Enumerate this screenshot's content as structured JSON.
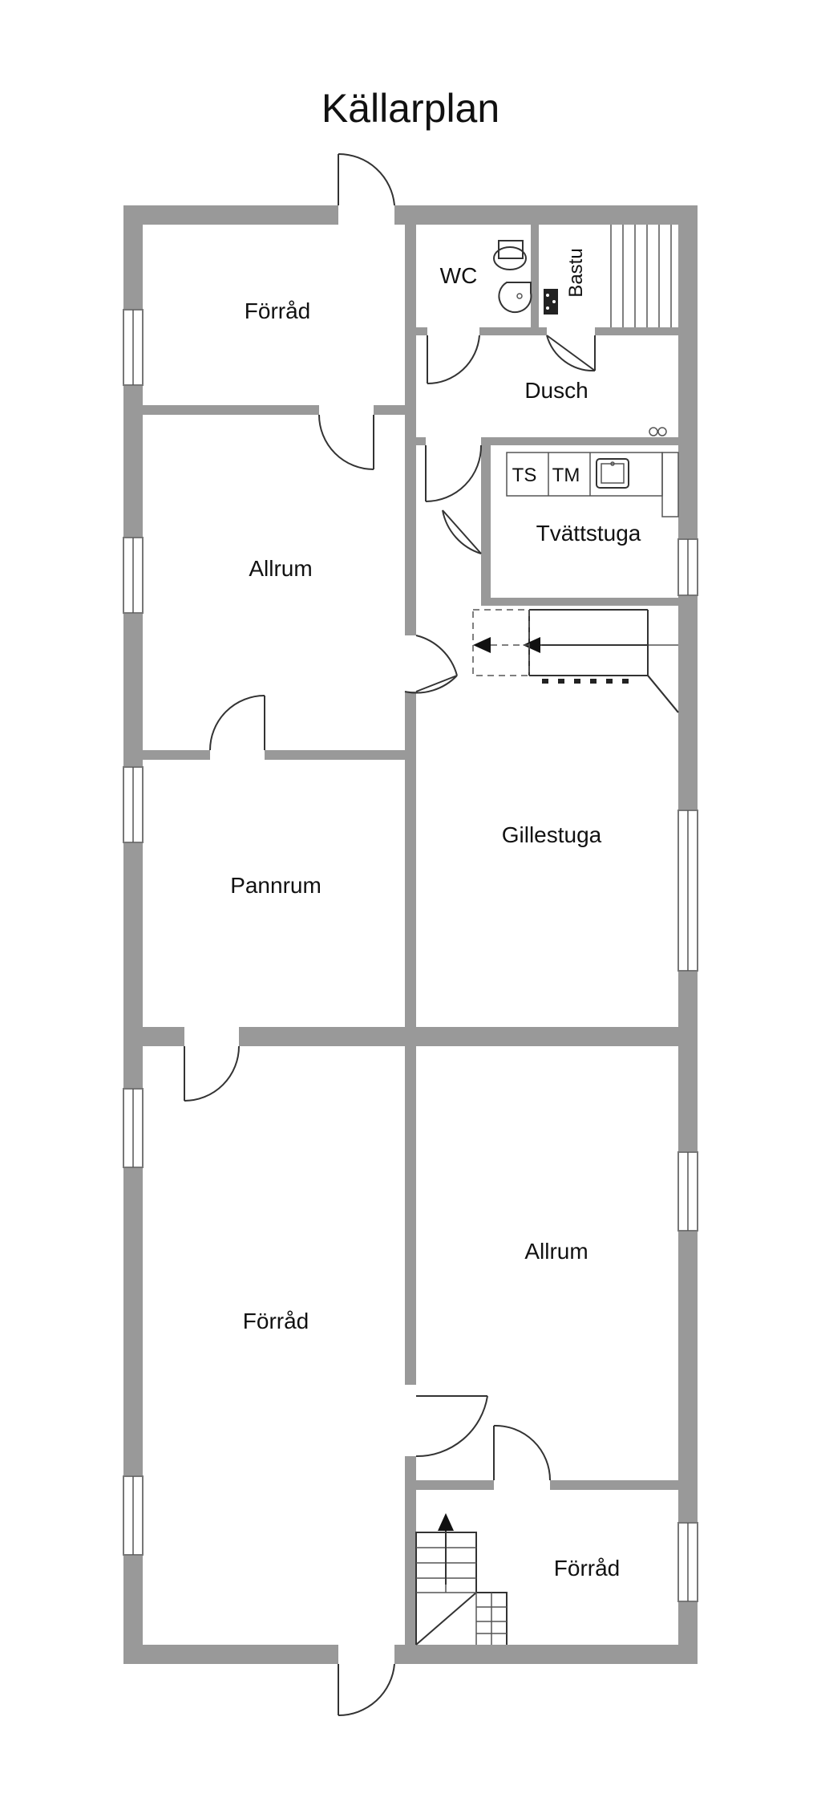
{
  "title": "Källarplan",
  "rooms": {
    "forrad_top": "Förråd",
    "wc": "WC",
    "bastu": "Bastu",
    "dusch": "Dusch",
    "allrum_upper": "Allrum",
    "ts": "TS",
    "tm": "TM",
    "tvattstuga": "Tvättstuga",
    "gillestuga": "Gillestuga",
    "pannrum": "Pannrum",
    "forrad_big": "Förråd",
    "allrum_lower": "Allrum",
    "forrad_small": "Förråd"
  },
  "colors": {
    "wall": "#999999",
    "line": "#333333",
    "background": "#ffffff"
  },
  "icons": [
    "toilet-icon",
    "sink-icon",
    "sauna-stove-icon",
    "washbasin-icon",
    "staircase-icon",
    "arrow-icon",
    "door-swing-icon",
    "window-icon"
  ]
}
